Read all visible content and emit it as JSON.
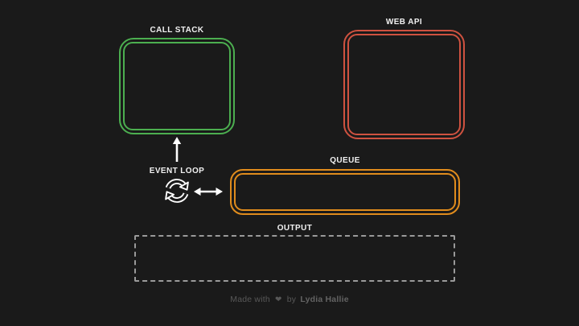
{
  "colors": {
    "background": "#1a1a1a",
    "box_call_stack": "#4caf50",
    "box_web_api": "#cf5240",
    "box_queue": "#e08c1d",
    "box_output": "#9a9a9a",
    "label_text": "#f1f1f1",
    "arrow": "#ffffff",
    "footer_text": "#585858",
    "footer_author": "#636363"
  },
  "icons": {
    "event_loop": "cycle-icon",
    "stack_link": "arrow-up-icon",
    "queue_link": "double-arrow-icon",
    "footer": "heart-icon"
  },
  "diagram": {
    "call_stack": {
      "label": "CALL STACK"
    },
    "web_api": {
      "label": "WEB API"
    },
    "event_loop": {
      "label": "EVENT LOOP"
    },
    "queue": {
      "label": "QUEUE"
    },
    "output": {
      "label": "OUTPUT"
    }
  },
  "footer": {
    "made_with": "Made with",
    "heart": "❤",
    "by": "by",
    "author": "Lydia Hallie"
  }
}
